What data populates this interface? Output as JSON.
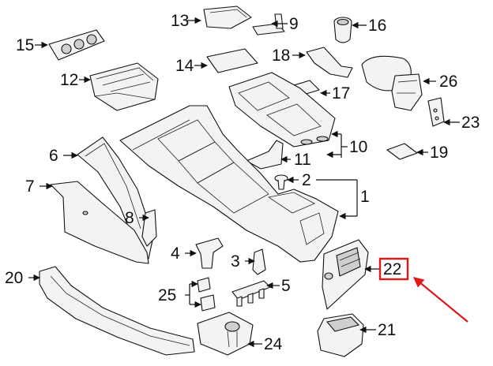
{
  "callouts": [
    {
      "id": "13",
      "label": "13"
    },
    {
      "id": "9",
      "label": "9"
    },
    {
      "id": "16",
      "label": "16"
    },
    {
      "id": "15",
      "label": "15"
    },
    {
      "id": "14",
      "label": "14"
    },
    {
      "id": "18",
      "label": "18"
    },
    {
      "id": "12",
      "label": "12"
    },
    {
      "id": "26",
      "label": "26"
    },
    {
      "id": "17",
      "label": "17"
    },
    {
      "id": "23",
      "label": "23"
    },
    {
      "id": "10",
      "label": "10"
    },
    {
      "id": "6",
      "label": "6"
    },
    {
      "id": "11",
      "label": "11"
    },
    {
      "id": "19",
      "label": "19"
    },
    {
      "id": "2",
      "label": "2"
    },
    {
      "id": "7",
      "label": "7"
    },
    {
      "id": "1",
      "label": "1"
    },
    {
      "id": "8",
      "label": "8"
    },
    {
      "id": "4",
      "label": "4"
    },
    {
      "id": "3",
      "label": "3"
    },
    {
      "id": "22",
      "label": "22"
    },
    {
      "id": "20",
      "label": "20"
    },
    {
      "id": "25",
      "label": "25"
    },
    {
      "id": "5",
      "label": "5"
    },
    {
      "id": "21",
      "label": "21"
    },
    {
      "id": "24",
      "label": "24"
    }
  ],
  "highlight": {
    "part": "22",
    "color": "#e01818"
  }
}
